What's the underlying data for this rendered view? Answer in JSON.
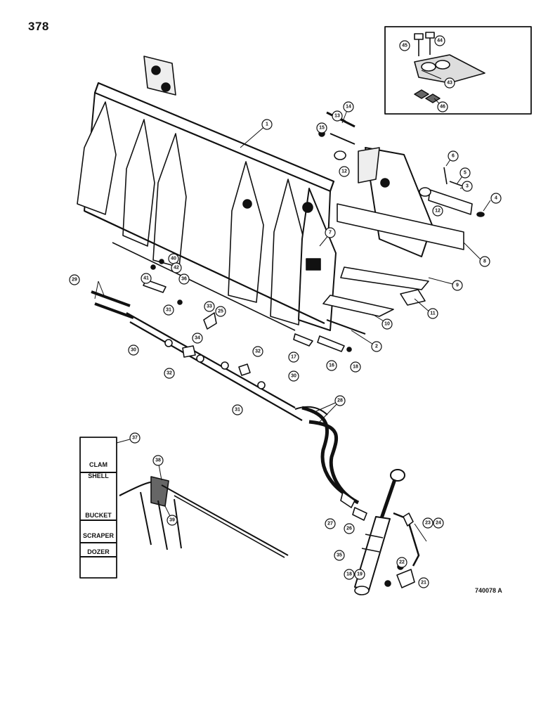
{
  "page": {
    "number": "378",
    "figure_code": "740078  A"
  },
  "decal": {
    "labels": [
      "CLAM",
      "SHELL",
      "BUCKET",
      "SCRAPER",
      "DOZER"
    ]
  },
  "callouts": [
    "1",
    "2",
    "3",
    "4",
    "5",
    "6",
    "7",
    "8",
    "9",
    "10",
    "11",
    "12",
    "12",
    "13",
    "14",
    "15",
    "16",
    "17",
    "18",
    "18",
    "19",
    "21",
    "22",
    "23",
    "24",
    "25",
    "26",
    "27",
    "28",
    "29",
    "30",
    "30",
    "31",
    "31",
    "32",
    "32",
    "33",
    "34",
    "35",
    "36",
    "37",
    "38",
    "39",
    "40",
    "41",
    "42",
    "43",
    "44",
    "45",
    "46"
  ],
  "colors": {
    "ink": "#111111",
    "paper": "#ffffff"
  }
}
